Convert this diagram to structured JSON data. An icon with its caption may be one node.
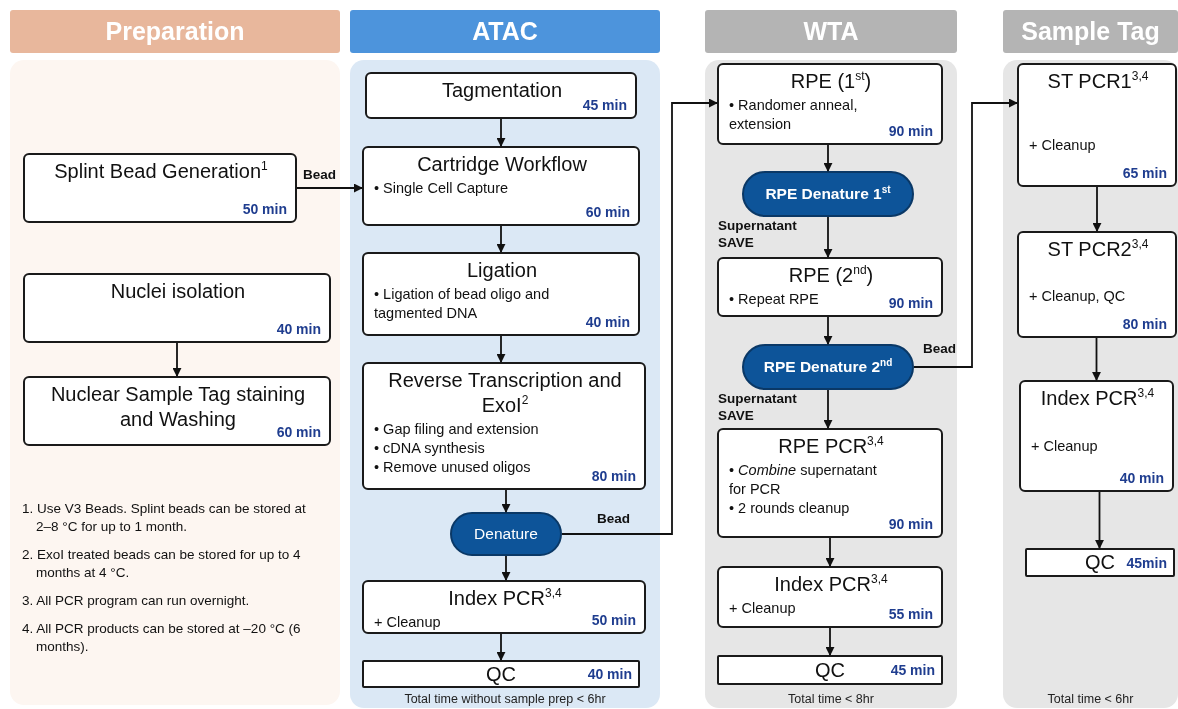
{
  "diagram": {
    "nodes": [
      {
        "text": [
          "Preparation"
        ]
      },
      {
        "text": [
          "Splint Bead Generation$^{1}$",
          "50 min"
        ],
        "in": 0
      },
      {
        "text": [
          "Nuclei isolation",
          "40 min"
        ],
        "in": 0
      },
      {
        "text": [
          "Nuclear Sample Tag staining and Washing",
          "60 min"
        ],
        "in": 0
      },
      {
        "text": [
          "ATAC",
          "Total time without sample prep < 6hr"
        ]
      },
      {
        "text": [
          "Tagmentation",
          "45 min"
        ],
        "in": 4
      },
      {
        "text": [
          "Cartridge Workflow",
          "• Single Cell Capture",
          "60 min"
        ],
        "in": 4
      },
      {
        "text": [
          "Ligation",
          "• Ligation of bead oligo and tagmented DNA",
          "40 min"
        ],
        "in": 4
      },
      {
        "text": [
          "Reverse Transcription and ExoI$^{2}$",
          "• Gap filing and extension",
          "• cDNA synthesis",
          "• Remove unused oligos",
          "80 min"
        ],
        "in": 4
      },
      {
        "text": [
          "Denature"
        ],
        "in": 4
      },
      {
        "text": [
          "Index PCR$^{3,4}$",
          "+ Cleanup",
          "50 min"
        ],
        "in": 4
      },
      {
        "text": [
          "QC",
          "40 min"
        ],
        "in": 4
      },
      {
        "text": [
          "WTA",
          "Total time < 8hr"
        ]
      },
      {
        "text": [
          "RPE (1$^{st}$)",
          "• Randomer anneal, extension",
          "90 min"
        ],
        "in": 12
      },
      {
        "text": [
          "RPE Denature 1$^{st}$"
        ],
        "in": 12
      },
      {
        "text": [
          "RPE (2$^{nd}$)",
          "• Repeat RPE",
          "90 min"
        ],
        "in": 12
      },
      {
        "text": [
          "RPE Denature 2$^{nd}$"
        ],
        "in": 12
      },
      {
        "text": [
          "RPE PCR$^{3,4}$",
          "• *Combine* supernatant for PCR",
          "• 2 rounds cleanup",
          "90 min"
        ],
        "in": 12
      },
      {
        "text": [
          "Index PCR$^{3,4}$",
          "+ Cleanup",
          "55 min"
        ],
        "in": 12
      },
      {
        "text": [
          "QC",
          "45 min"
        ],
        "in": 12
      },
      {
        "text": [
          "Sample Tag",
          "Total time < 6hr"
        ]
      },
      {
        "text": [
          "ST PCR1$^{3,4}$",
          "+ Cleanup",
          "65 min"
        ],
        "in": 20
      },
      {
        "text": [
          "ST PCR2$^{3,4}$",
          "+ Cleanup, QC",
          "80 min"
        ],
        "in": 20
      },
      {
        "text": [
          "Index PCR$^{3,4}$",
          "+ Cleanup",
          "40 min"
        ],
        "in": 20
      },
      {
        "text": [
          "QC",
          "45min"
        ],
        "in": 20
      }
    ],
    "edges": [
      {
        "from": 1,
        "to": 6,
        "arrow": "to",
        "label": "Bead"
      },
      {
        "from": 2,
        "to": 3,
        "arrow": "to"
      },
      {
        "from": 5,
        "to": 6,
        "arrow": "to"
      },
      {
        "from": 6,
        "to": 7,
        "arrow": "to"
      },
      {
        "from": 7,
        "to": 8,
        "arrow": "to"
      },
      {
        "from": 8,
        "to": 9,
        "arrow": "to"
      },
      {
        "from": 9,
        "to": 10,
        "arrow": "to"
      },
      {
        "from": 10,
        "to": 11,
        "arrow": "to"
      },
      {
        "from": 9,
        "to": 13,
        "arrow": "to",
        "label": "Bead"
      },
      {
        "from": 13,
        "to": 14,
        "arrow": "to"
      },
      {
        "from": 14,
        "to": 15,
        "arrow": "to",
        "label": "Supernatant SAVE"
      },
      {
        "from": 15,
        "to": 16,
        "arrow": "to"
      },
      {
        "from": 16,
        "to": 17,
        "arrow": "to",
        "label": "Supernatant SAVE"
      },
      {
        "from": 17,
        "to": 18,
        "arrow": "to"
      },
      {
        "from": 18,
        "to": 19,
        "arrow": "to"
      },
      {
        "from": 16,
        "to": 21,
        "arrow": "to",
        "label": "Bead"
      },
      {
        "from": 21,
        "to": 22,
        "arrow": "to"
      },
      {
        "from": 22,
        "to": 23,
        "arrow": "to"
      },
      {
        "from": 23,
        "to": 24,
        "arrow": "to"
      }
    ],
    "labels": [
      "1. Use V3 Beads. Splint beads can be stored at 2–8 °C for up to 1 month.",
      "2. ExoI treated beads can be stored for up to 4 months at 4 °C.",
      "3. All PCR program can run overnight.",
      "4. All PCR products can be stored at –20 °C (6 months)."
    ]
  }
}
